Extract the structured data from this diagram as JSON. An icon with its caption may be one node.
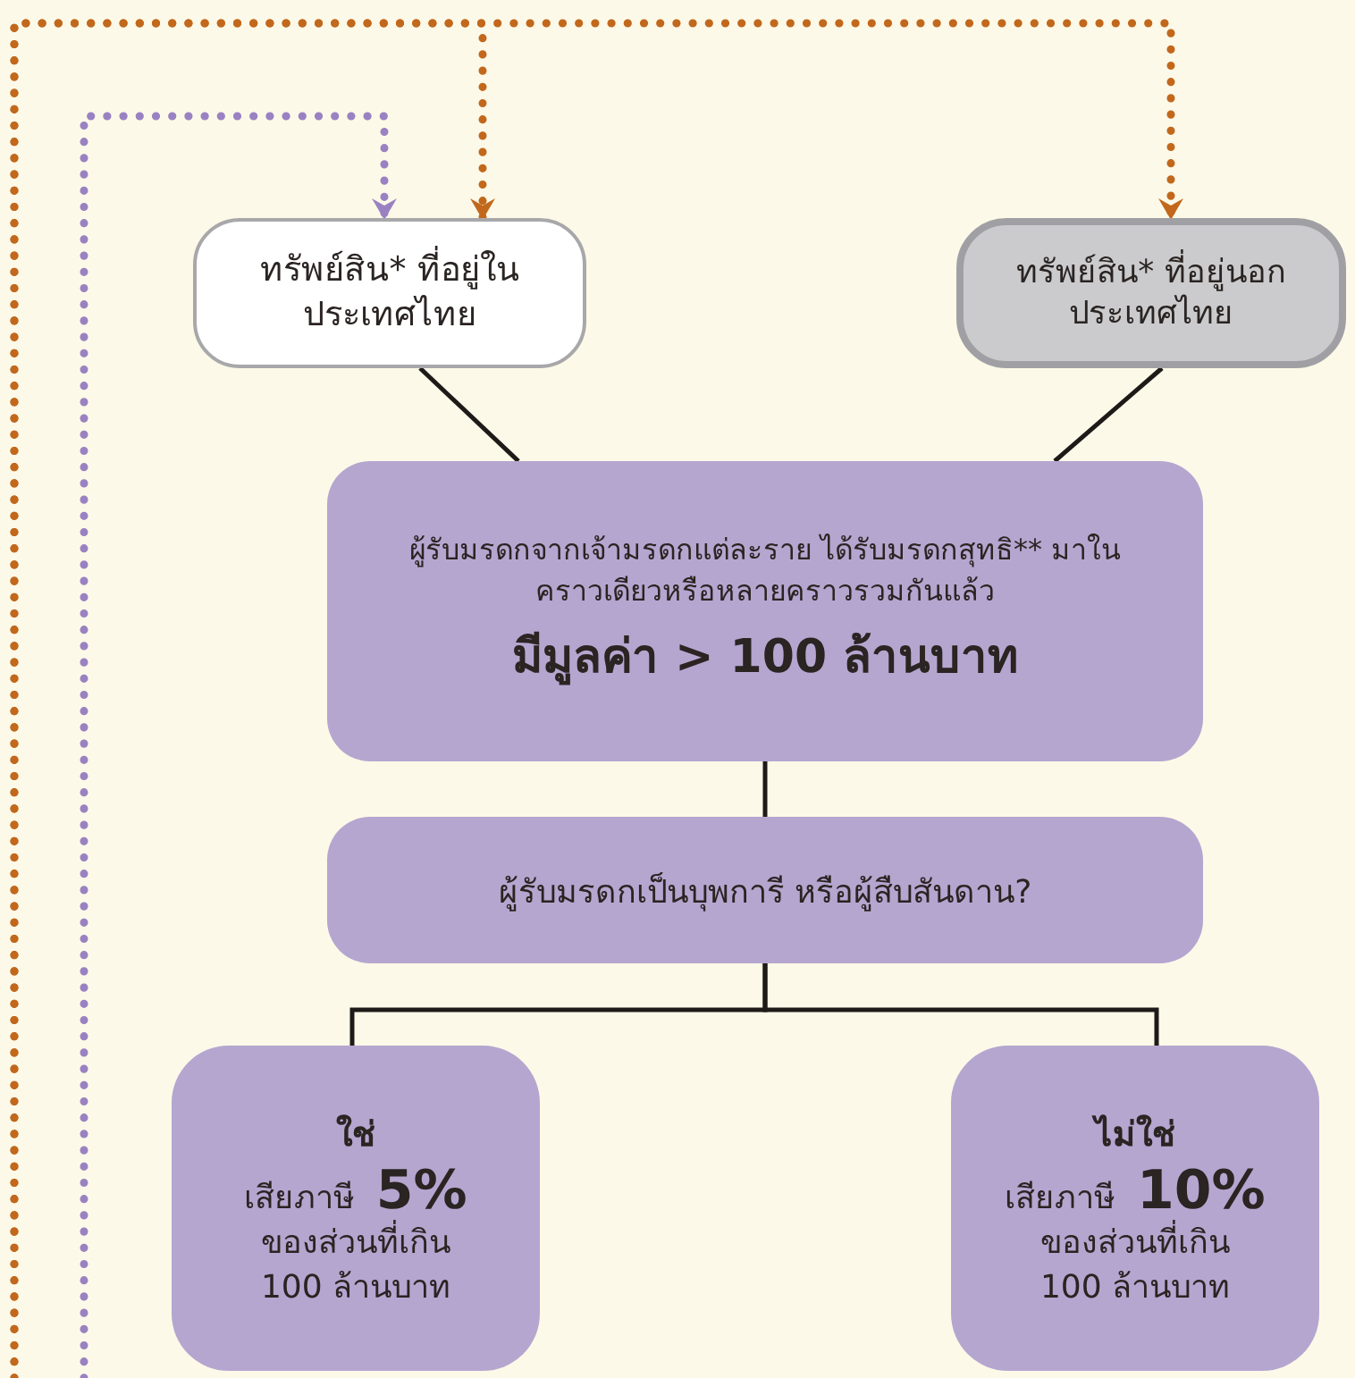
{
  "diagram": {
    "nodes": [
      {
        "text": [
          "ทรัพย์สิน* ที่อยู่ในประเทศไทย"
        ]
      },
      {
        "text": [
          "ทรัพย์สิน* ที่อยู่นอกประเทศไทย"
        ]
      },
      {
        "text": [
          "ผู้รับมรดกจากเจ้ามรดกแต่ละราย ได้รับมรดกสุทธิ** มาในคราวเดียวหรือหลายคราวรวมกันแล้ว",
          "มีมูลค่า > 100 ล้านบาท"
        ]
      },
      {
        "text": [
          "ผู้รับมรดกเป็นบุพการี หรือผู้สืบสันดาน?"
        ]
      },
      {
        "text": [
          "ใช่",
          "เสียภาษี **5%**",
          "ของส่วนที่เกิน 100 ล้านบาท"
        ]
      },
      {
        "text": [
          "ไม่ใช่",
          "เสียภาษี **10%**",
          "ของส่วนที่เกิน 100 ล้านบาท"
        ]
      }
    ],
    "edges": [
      {
        "from": 0,
        "to": 2,
        "arrow": "none"
      },
      {
        "from": 1,
        "to": 2,
        "arrow": "none"
      },
      {
        "from": 2,
        "to": 3,
        "arrow": "none"
      },
      {
        "from": 3,
        "to": 4,
        "arrow": "none"
      },
      {
        "from": 3,
        "to": 5,
        "arrow": "none"
      },
      {
        "from": null,
        "to": 0,
        "arrow": "to",
        "style": "dashed",
        "color": "#9a82c2"
      },
      {
        "from": null,
        "to": 0,
        "arrow": "to",
        "style": "dashed",
        "color": "#c2681c"
      },
      {
        "from": null,
        "to": 1,
        "arrow": "to",
        "style": "dashed",
        "color": "#c2681c"
      }
    ]
  }
}
